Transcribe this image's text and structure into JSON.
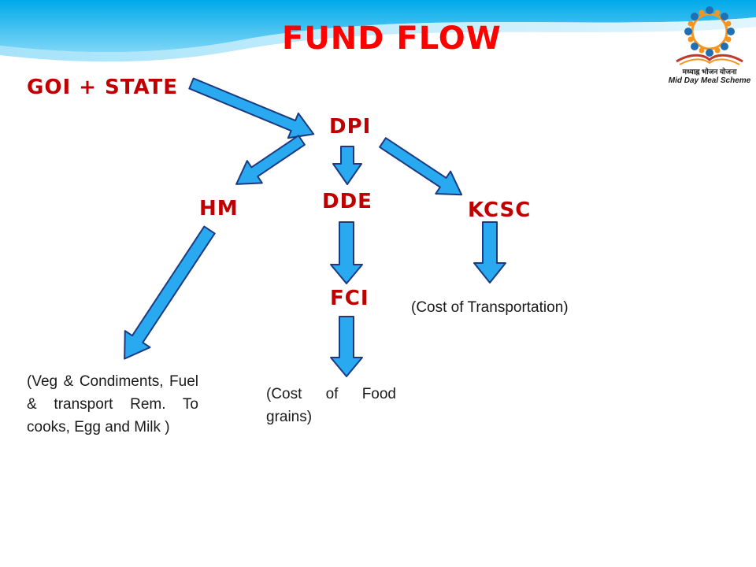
{
  "title": "Fund Flow",
  "nodes": {
    "goi_state": "GOI + STATE",
    "dpi": "DPI",
    "hm": "HM",
    "dde": "DDE",
    "kcsc": "KCSC",
    "fci": "FCI"
  },
  "notes": {
    "hm": "(Veg & Condiments, Fuel & transport Rem. To cooks, Egg and Milk )",
    "fci": "(Cost of Food grains)",
    "kcsc": "(Cost of Transportation)"
  },
  "logo": {
    "hindi_text": "मध्याह्न भोजन योजना",
    "english_text": "Mid Day Meal Scheme"
  },
  "colors": {
    "title": "#ff0000",
    "node_text": "#c00000",
    "arrow_fill": "#29a9ef",
    "arrow_stroke": "#1b3a82",
    "header_wave": "#00b0f0"
  }
}
